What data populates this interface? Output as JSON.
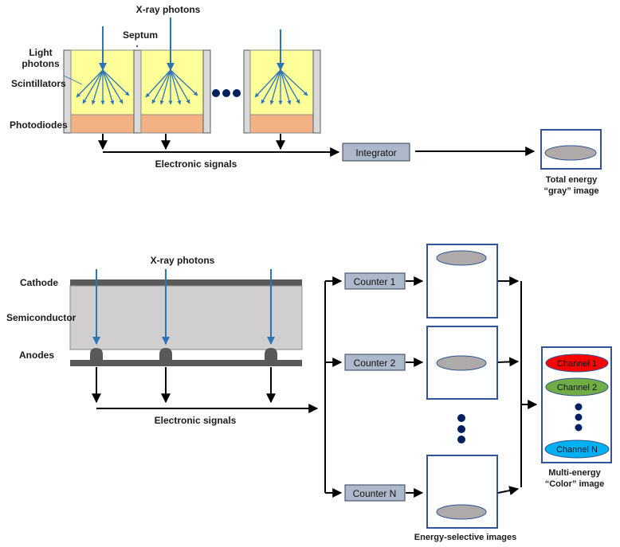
{
  "colors": {
    "scintillator": "#ffff99",
    "photodiode": "#f4b183",
    "septum": "#d9d9d9",
    "photon_arrow": "#2e75b6",
    "semiconductor": "#d0cece",
    "electrode": "#595959",
    "box_fill": "#adb9ca",
    "image_frame": "#2f5597",
    "blob": "#aeaaaa",
    "dots": "#002060",
    "channel1": "#ff0000",
    "channel2": "#70ad47",
    "channelN": "#00b0f0"
  },
  "top": {
    "xray_photons": "X-ray photons",
    "septum": "Septum",
    "light_photons_line1": "Light",
    "light_photons_line2": "photons",
    "scintillators": "Scintillators",
    "photodiodes": "Photodiodes",
    "electronic_signals": "Electronic signals",
    "integrator": "Integrator",
    "total_energy_line1": "Total energy",
    "total_energy_line2": "“gray” image"
  },
  "bottom": {
    "xray_photons": "X-ray photons",
    "cathode": "Cathode",
    "semiconductor": "Semiconductor",
    "anodes": "Anodes",
    "electronic_signals": "Electronic signals",
    "counter1": "Counter 1",
    "counter2": "Counter 2",
    "counterN": "Counter N",
    "energy_selective_images": "Energy-selective images",
    "channel1": "Channel 1",
    "channel2": "Channel 2",
    "channelN": "Channel N",
    "multi_energy_line1": "Multi-energy",
    "multi_energy_line2": "“Color” image"
  }
}
